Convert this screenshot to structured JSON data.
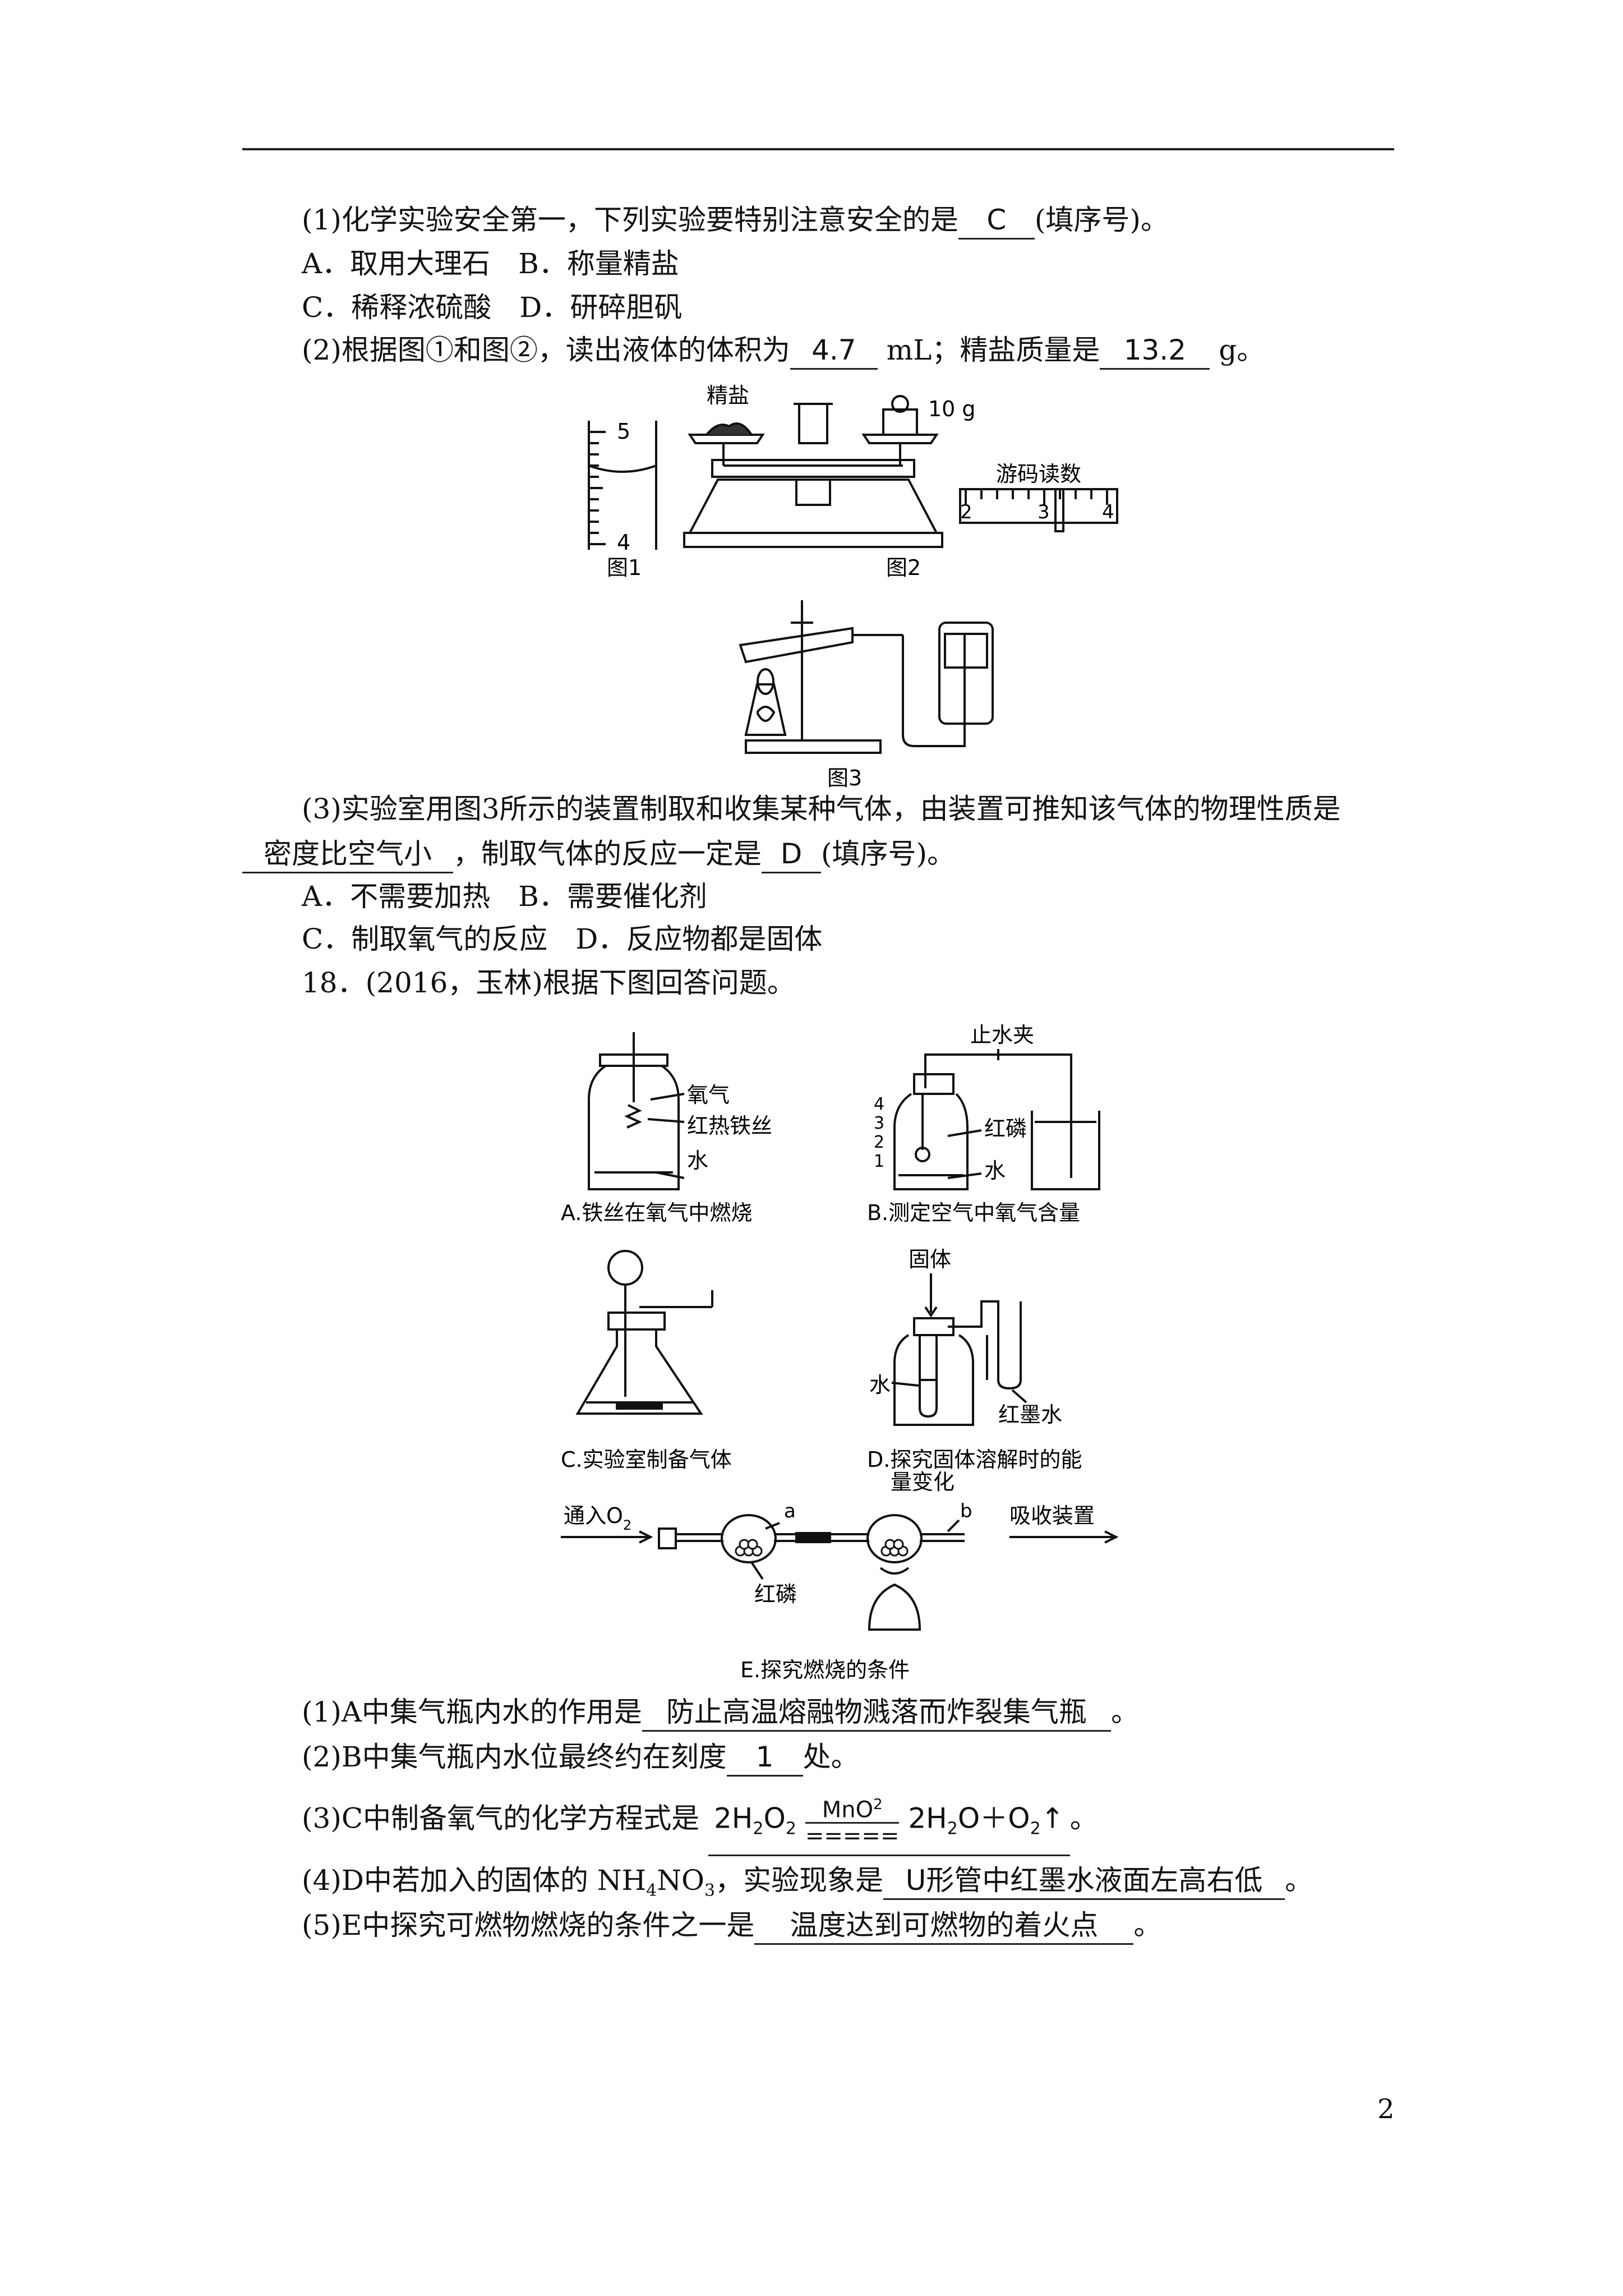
{
  "q17": {
    "p1_text": "(1)化学实验安全第一，下列实验要特别注意安全的是",
    "p1_answer": "C",
    "p1_suffix": "(填序号)。",
    "p1_optAB": "A．取用大理石　B．称量精盐",
    "p1_optCD": "C．稀释浓硫酸　D．研碎胆矾",
    "p2_text": "(2)根据图①和图②，读出液体的体积为",
    "p2_answer1": "4.7",
    "p2_mid": "mL；精盐质量是",
    "p2_answer2": "13.2",
    "p2_suffix": "g。",
    "fig1_caption": "图1",
    "fig2_caption": "图2",
    "fig3_caption": "图3",
    "fig1_tick_top": "5",
    "fig1_tick_bottom": "4",
    "fig2_salt_label": "精盐",
    "fig2_weight_label": "10 g",
    "fig2_rider_title": "游码读数",
    "fig2_rider_ticks": [
      "2",
      "3",
      "4"
    ],
    "p3_text": "(3)实验室用图3所示的装置制取和收集某种气体，由装置可推知该气体的物理性质是",
    "p3_answer1": "密度比空气小",
    "p3_mid": "，制取气体的反应一定是",
    "p3_answer2": "D",
    "p3_suffix": "(填序号)。",
    "p3_optAB": "A．不需要加热　B．需要催化剂",
    "p3_optCD": "C．制取氧气的反应　D．反应物都是固体"
  },
  "q18": {
    "title": "18．(2016，玉林)根据下图回答问题。",
    "figA": {
      "labels": [
        "氧气",
        "红热铁丝",
        "水"
      ],
      "caption": "A.铁丝在氧气中燃烧"
    },
    "figB": {
      "clamp": "止水夹",
      "labels": [
        "红磷",
        "水"
      ],
      "ticks": [
        "4",
        "3",
        "2",
        "1"
      ],
      "caption": "B.测定空气中氧气含量"
    },
    "figC": {
      "caption": "C.实验室制备气体"
    },
    "figD": {
      "labels": [
        "固体",
        "水",
        "红墨水"
      ],
      "caption_line1": "D.探究固体溶解时的能",
      "caption_line2": "量变化"
    },
    "figE": {
      "inlet": "通入O",
      "inlet_sub": "2",
      "a": "a",
      "b": "b",
      "absorb": "吸收装置",
      "phosphorus": "红磷",
      "caption": "E.探究燃烧的条件"
    },
    "s1_text": "(1)A中集气瓶内水的作用是",
    "s1_answer": "防止高温熔融物溅落而炸裂集气瓶",
    "s1_suffix": "。",
    "s2_text": "(2)B中集气瓶内水位最终约在刻度",
    "s2_answer": "1",
    "s2_suffix": "处。",
    "s3_text": "(3)C中制备氧气的化学方程式是",
    "s3_left": "2H",
    "s3_left_sub1": "2",
    "s3_left_mid": "O",
    "s3_left_sub2": "2",
    "s3_cat": "MnO",
    "s3_cat_sub": "2",
    "s3_arrow": "=====",
    "s3_right_a": "2H",
    "s3_right_sub1": "2",
    "s3_right_b": "O＋O",
    "s3_right_sub2": "2",
    "s3_right_arrow": "↑",
    "s3_suffix": "。",
    "s4_text_a": "(4)D中若加入的固体的 NH",
    "s4_sub1": "4",
    "s4_text_b": "NO",
    "s4_sub2": "3",
    "s4_text_c": "，实验现象是",
    "s4_answer": "U形管中红墨水液面左高右低",
    "s4_suffix": "。",
    "s5_text": "(5)E中探究可燃物燃烧的条件之一是",
    "s5_answer": "温度达到可燃物的着火点",
    "s5_suffix": "。"
  },
  "page_number": "2"
}
